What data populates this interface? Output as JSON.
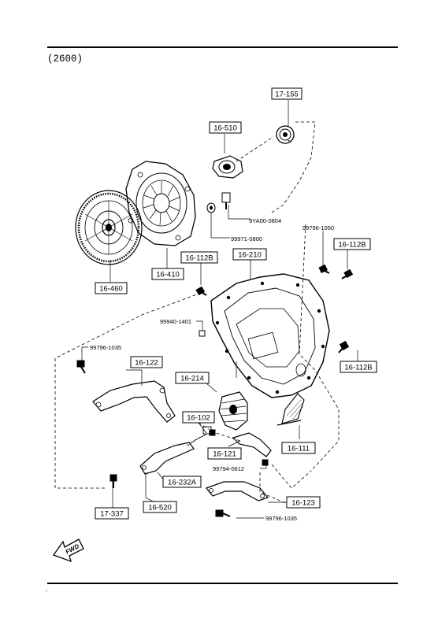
{
  "header": {
    "code": "(2600)"
  },
  "footer": {
    "mark": ":"
  },
  "direction_arrow": {
    "label": "FWD"
  },
  "boxed_labels": {
    "p17_155": "17-155",
    "p16_510": "16-510",
    "p16_460": "16-460",
    "p16_410": "16-410",
    "p16_112b_a": "16-112B",
    "p16_210": "16-210",
    "p16_112b_b": "16-112B",
    "p16_112b_c": "16-112B",
    "p16_122": "16-122",
    "p16_214": "16-214",
    "p16_102": "16-102",
    "p16_121": "16-121",
    "p16_111": "16-111",
    "p16_232a": "16-232A",
    "p16_520": "16-520",
    "p17_337": "17-337",
    "p16_123": "16-123"
  },
  "plain_labels": {
    "p9ya00_0804": "9YA00-0804",
    "p99971_0800": "99971-0800",
    "p99796_1050": "99796-1050",
    "p99940_1401": "99940-1401",
    "p99796_1035_a": "99796-1035",
    "p99794_0612": "99794-0612",
    "p99796_1035_b": "99796-1035"
  }
}
